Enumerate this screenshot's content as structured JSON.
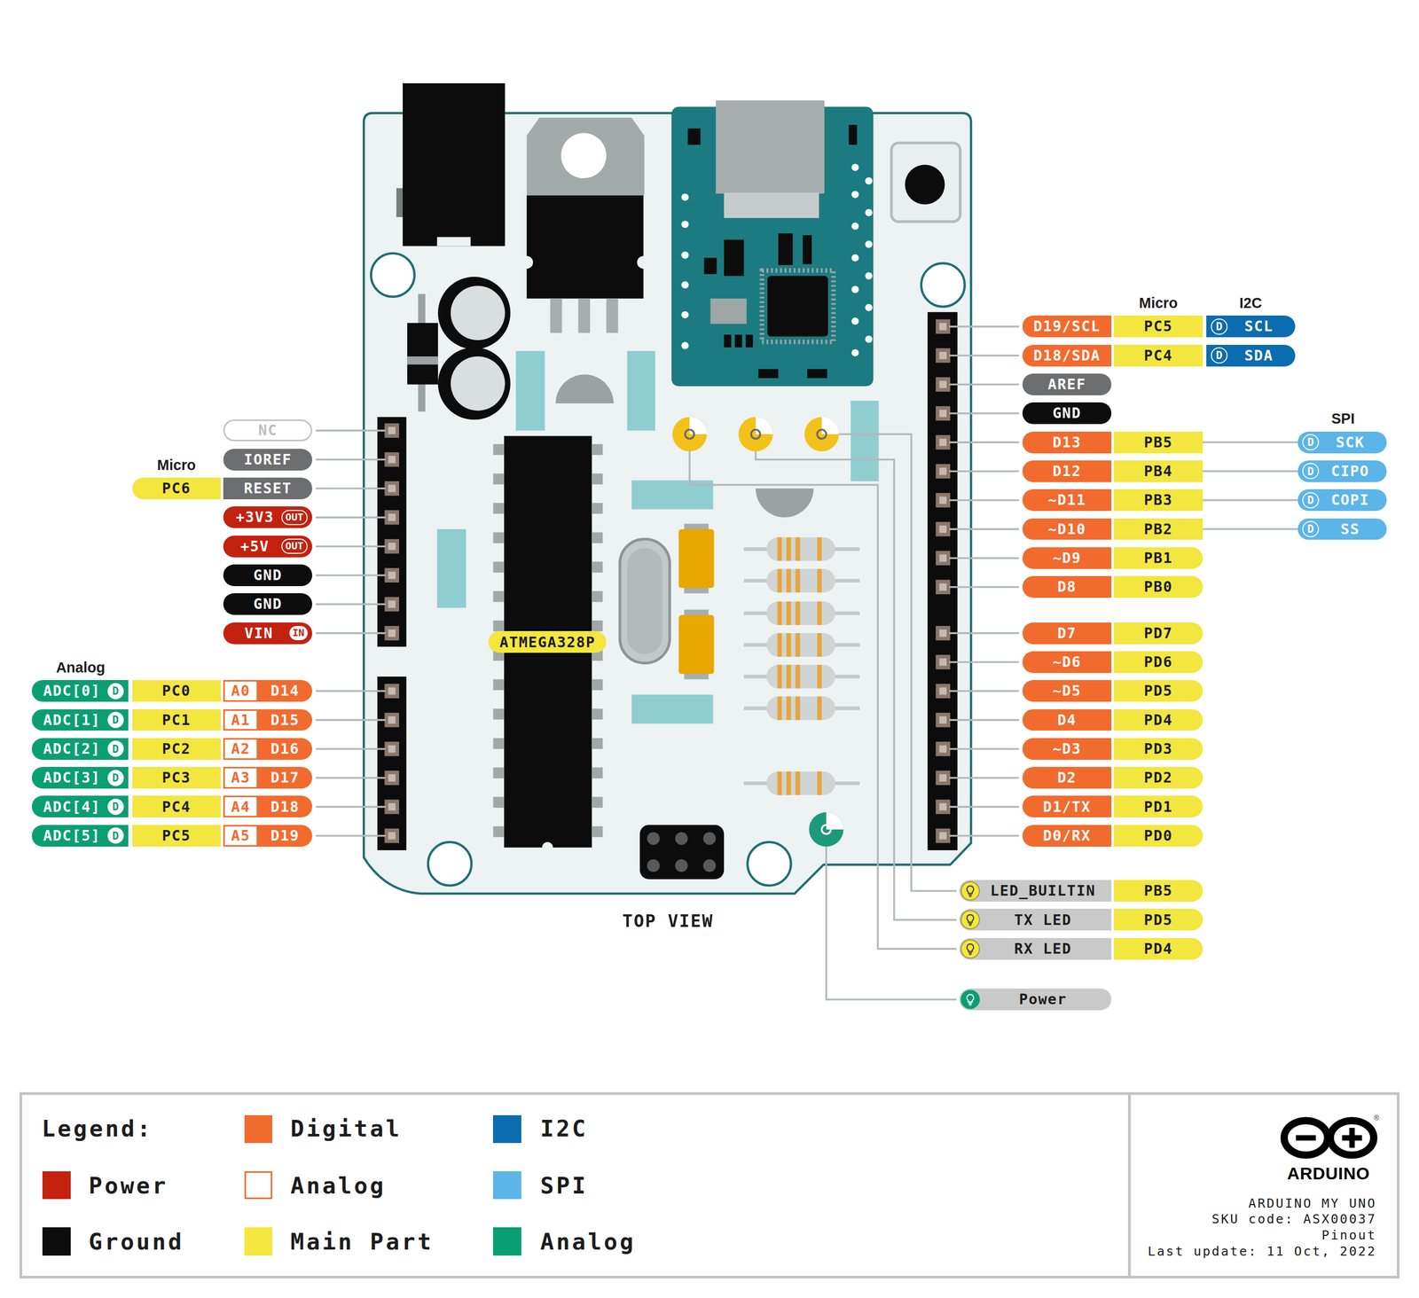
{
  "diagram": {
    "nodes": [
      {
        "text": [
          "NC"
        ]
      },
      {
        "text": [
          "IOREF"
        ]
      },
      {
        "text": [
          "PC6"
        ]
      },
      {
        "text": [
          "RESET"
        ]
      },
      {
        "text": [
          "+3V3",
          "OUT"
        ]
      },
      {
        "text": [
          "+5V",
          "OUT"
        ]
      },
      {
        "text": [
          "GND"
        ]
      },
      {
        "text": [
          "GND"
        ]
      },
      {
        "text": [
          "VIN",
          "IN"
        ]
      },
      {
        "text": [
          "ADC[0]",
          "D"
        ]
      },
      {
        "text": [
          "PC0"
        ]
      },
      {
        "text": [
          "A0"
        ]
      },
      {
        "text": [
          "D14"
        ]
      },
      {
        "text": [
          "ADC[1]",
          "D"
        ]
      },
      {
        "text": [
          "PC1"
        ]
      },
      {
        "text": [
          "A1"
        ]
      },
      {
        "text": [
          "D15"
        ]
      },
      {
        "text": [
          "ADC[2]",
          "D"
        ]
      },
      {
        "text": [
          "PC2"
        ]
      },
      {
        "text": [
          "A2"
        ]
      },
      {
        "text": [
          "D16"
        ]
      },
      {
        "text": [
          "ADC[3]",
          "D"
        ]
      },
      {
        "text": [
          "PC3"
        ]
      },
      {
        "text": [
          "A3"
        ]
      },
      {
        "text": [
          "D17"
        ]
      },
      {
        "text": [
          "ADC[4]",
          "D"
        ]
      },
      {
        "text": [
          "PC4"
        ]
      },
      {
        "text": [
          "A4"
        ]
      },
      {
        "text": [
          "D18"
        ]
      },
      {
        "text": [
          "ADC[5]",
          "D"
        ]
      },
      {
        "text": [
          "PC5"
        ]
      },
      {
        "text": [
          "A5"
        ]
      },
      {
        "text": [
          "D19"
        ]
      },
      {
        "text": [
          "ATMEGA328P"
        ]
      },
      {
        "text": [
          "D19/SCL"
        ]
      },
      {
        "text": [
          "PC5"
        ]
      },
      {
        "text": [
          "D",
          "SCL"
        ]
      },
      {
        "text": [
          "D18/SDA"
        ]
      },
      {
        "text": [
          "PC4"
        ]
      },
      {
        "text": [
          "D",
          "SDA"
        ]
      },
      {
        "text": [
          "AREF"
        ]
      },
      {
        "text": [
          "GND"
        ]
      },
      {
        "text": [
          "D13"
        ]
      },
      {
        "text": [
          "PB5"
        ]
      },
      {
        "text": [
          "D",
          "SCK"
        ]
      },
      {
        "text": [
          "D12"
        ]
      },
      {
        "text": [
          "PB4"
        ]
      },
      {
        "text": [
          "D",
          "CIPO"
        ]
      },
      {
        "text": [
          "~D11"
        ]
      },
      {
        "text": [
          "PB3"
        ]
      },
      {
        "text": [
          "D",
          "COPI"
        ]
      },
      {
        "text": [
          "~D10"
        ]
      },
      {
        "text": [
          "PB2"
        ]
      },
      {
        "text": [
          "D",
          "SS"
        ]
      },
      {
        "text": [
          "~D9"
        ]
      },
      {
        "text": [
          "PB1"
        ]
      },
      {
        "text": [
          "D8"
        ]
      },
      {
        "text": [
          "PB0"
        ]
      },
      {
        "text": [
          "D7"
        ]
      },
      {
        "text": [
          "PD7"
        ]
      },
      {
        "text": [
          "~D6"
        ]
      },
      {
        "text": [
          "PD6"
        ]
      },
      {
        "text": [
          "~D5"
        ]
      },
      {
        "text": [
          "PD5"
        ]
      },
      {
        "text": [
          "D4"
        ]
      },
      {
        "text": [
          "PD4"
        ]
      },
      {
        "text": [
          "~D3"
        ]
      },
      {
        "text": [
          "PD3"
        ]
      },
      {
        "text": [
          "D2"
        ]
      },
      {
        "text": [
          "PD2"
        ]
      },
      {
        "text": [
          "D1/TX"
        ]
      },
      {
        "text": [
          "PD1"
        ]
      },
      {
        "text": [
          "D0/RX"
        ]
      },
      {
        "text": [
          "PD0"
        ]
      },
      {
        "text": [
          "LED_BUILTIN"
        ]
      },
      {
        "text": [
          "PB5"
        ]
      },
      {
        "text": [
          "TX LED"
        ]
      },
      {
        "text": [
          "PD5"
        ]
      },
      {
        "text": [
          "RX LED"
        ]
      },
      {
        "text": [
          "PD4"
        ]
      },
      {
        "text": [
          "Power"
        ]
      }
    ],
    "edges": [
      {
        "from": 43,
        "to": 44,
        "arrow": "none"
      },
      {
        "from": 46,
        "to": 47,
        "arrow": "none"
      },
      {
        "from": 49,
        "to": 50,
        "arrow": "none"
      },
      {
        "from": 52,
        "to": 53,
        "arrow": "none"
      }
    ],
    "labels": [
      "Micro",
      "I2C",
      "SPI",
      "Micro",
      "Analog",
      "TOP VIEW",
      "Legend:",
      "®",
      "ARDUINO",
      "ARDUINO MY UNO",
      "SKU code: ASX00037",
      "Pinout",
      "Last update: 11 Oct, 2022"
    ],
    "legend": [
      {
        "text": "Power",
        "color": "#c32210"
      },
      {
        "text": "Ground",
        "color": "#0d0d0d"
      },
      {
        "text": "Digital",
        "color": "#f26b2e"
      },
      {
        "text": "Analog"
      },
      {
        "text": "Main Part",
        "color": "#f3e63f"
      },
      {
        "text": "I2C",
        "color": "#0b6cb0"
      },
      {
        "text": "SPI",
        "color": "#5cb5e8"
      },
      {
        "text": "Analog",
        "color": "#0a9f73"
      }
    ]
  }
}
